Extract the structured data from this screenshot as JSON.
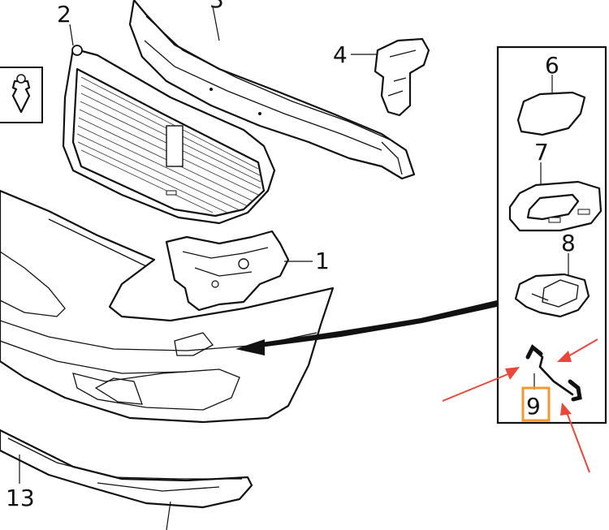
{
  "callouts": {
    "c1": "1",
    "c2": "2",
    "c3": "3",
    "c4": "4",
    "c6": "6",
    "c7": "7",
    "c8": "8",
    "c9": "9",
    "c13": "13"
  },
  "colors": {
    "highlight_box": "#f29a2e",
    "arrows": "#e8473a",
    "lines": "#111111"
  }
}
